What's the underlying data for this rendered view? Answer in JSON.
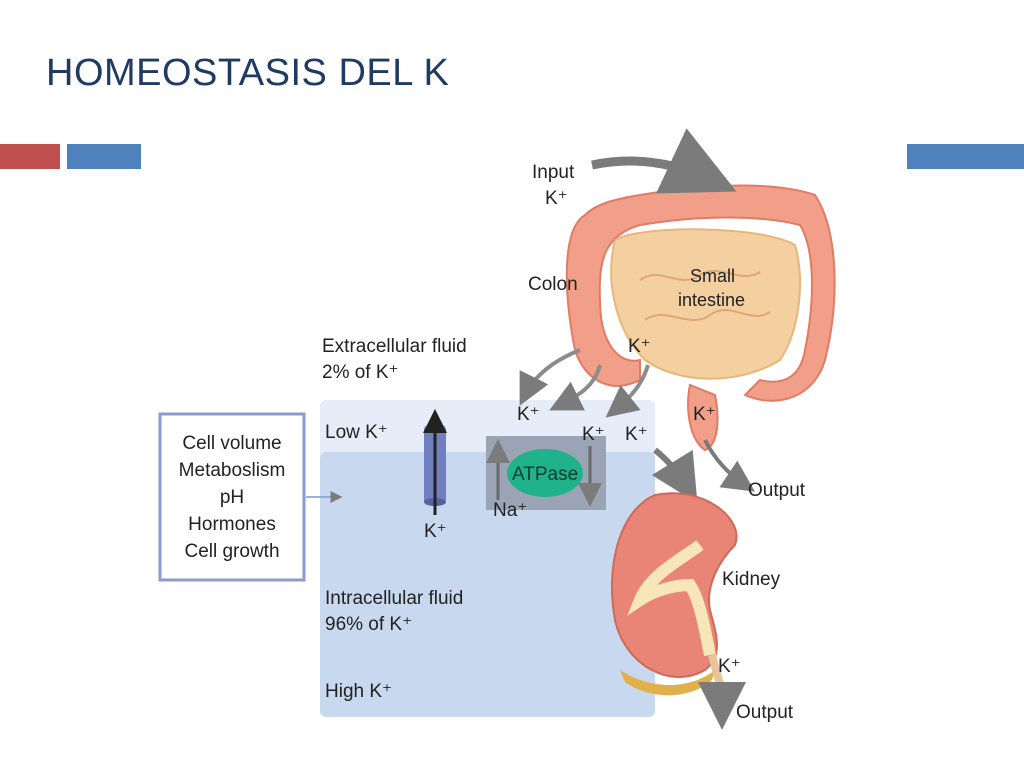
{
  "slide": {
    "title": "HOMEOSTASIS DEL K",
    "colors": {
      "title": "#1f3b64",
      "accent_red": "#c0504d",
      "accent_blue": "#4f81bd"
    }
  },
  "diagram": {
    "input": {
      "line1": "Input",
      "line2": "K⁺"
    },
    "colon_label": "Colon",
    "small_intestine": {
      "line1": "Small",
      "line2": "intestine"
    },
    "extracellular": {
      "line1": "Extracellular fluid",
      "line2": "2% of K⁺"
    },
    "low_k": "Low K⁺",
    "intracellular": {
      "line1": "Intracellular fluid",
      "line2": "96% of K⁺"
    },
    "high_k": "High K⁺",
    "factors": [
      "Cell volume",
      "Metaboslism",
      "pH",
      "Hormones",
      "Cell growth"
    ],
    "atpase": "ATPase",
    "na": "Na⁺",
    "k_ion": "K⁺",
    "kidney_label": "Kidney",
    "output": "Output",
    "colors": {
      "ecf": "#e6edf8",
      "icf": "#c8d8ee",
      "pump_box": "#9aa4b4",
      "atpase": "#20b28a",
      "channel": "#6f7fc0",
      "gut": "#f19f88",
      "small_int": "#f4cfa0",
      "kidney": "#e98576",
      "arrow": "#7b7b7b",
      "factor_box": "#8a9bd0"
    }
  }
}
